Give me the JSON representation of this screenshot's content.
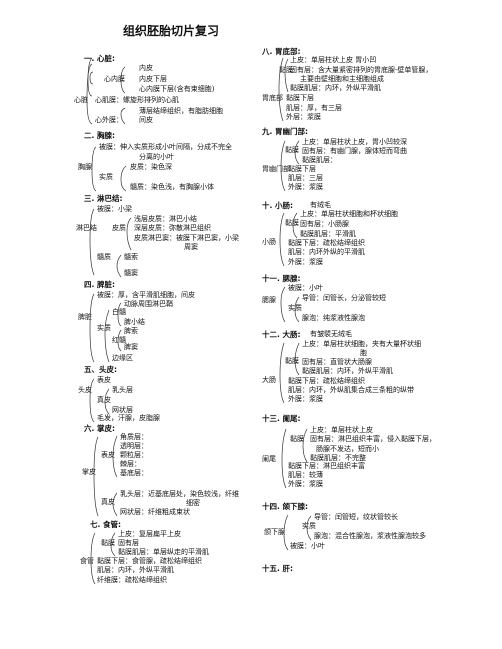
{
  "title": "组织胚胎切片复习",
  "items": [
    [
      "一. 心脏:",
      84,
      58,
      true
    ],
    [
      "内皮",
      139,
      68,
      false
    ],
    [
      "心内膜",
      104,
      79,
      false
    ],
    [
      "内皮下层",
      139,
      79,
      false
    ],
    [
      "心内膜下层(含有束细胞)",
      139,
      89,
      false
    ],
    [
      "心脏",
      74,
      100,
      false
    ],
    [
      "心肌膜：螺旋形排列的心肌",
      95,
      100,
      false
    ],
    [
      "薄层结缔组织，有脂肪细胞",
      139,
      111,
      false
    ],
    [
      "心外膜：",
      95,
      120,
      false
    ],
    [
      "间皮",
      139,
      120,
      false
    ],
    [
      "二. 胸腺:",
      84,
      135,
      true
    ],
    [
      "被膜：伸入实质形成小叶间隔，分成不完全",
      99,
      147,
      false
    ],
    [
      "分离的小叶",
      139,
      157,
      false
    ],
    [
      "胸腺",
      78,
      167,
      false
    ],
    [
      "皮质：染色深",
      130,
      167,
      false
    ],
    [
      "实质",
      99,
      177,
      false
    ],
    [
      "髓质：染色浅，有胸腺小体",
      130,
      187,
      false
    ],
    [
      "三. 淋巴结:",
      84,
      198,
      true
    ],
    [
      "被膜：小梁",
      97,
      209,
      false
    ],
    [
      "浅层皮质：淋巴小结",
      134,
      219,
      false
    ],
    [
      "淋巴结",
      76,
      228,
      false
    ],
    [
      "皮质",
      112,
      228,
      false
    ],
    [
      "深层皮质：弥散淋巴组织",
      134,
      228,
      false
    ],
    [
      "皮质淋巴窦：被膜下淋巴窦，小梁",
      134,
      238,
      false
    ],
    [
      "周窦",
      184,
      247,
      false
    ],
    [
      "髓质",
      97,
      257,
      false
    ],
    [
      "髓索",
      124,
      257,
      false
    ],
    [
      "髓窦",
      124,
      273,
      false
    ],
    [
      "四. 脾脏:",
      84,
      284,
      true
    ],
    [
      "被膜：厚，含平滑肌细胞，间皮",
      97,
      295,
      false
    ],
    [
      "动脉周围淋巴鞘",
      124,
      304,
      false
    ],
    [
      "脾脏",
      78,
      317,
      false
    ],
    [
      "白髓",
      112,
      312,
      false
    ],
    [
      "脾小结",
      124,
      322,
      false
    ],
    [
      "实质",
      97,
      328,
      false
    ],
    [
      "脾索",
      124,
      331,
      false
    ],
    [
      "红髓",
      112,
      340,
      false
    ],
    [
      "脾窦",
      124,
      347,
      false
    ],
    [
      "边缘区",
      112,
      358,
      false
    ],
    [
      "五、头皮:",
      84,
      369,
      true
    ],
    [
      "表皮",
      97,
      380,
      false
    ],
    [
      "头皮",
      78,
      390,
      false
    ],
    [
      "乳头层",
      112,
      390,
      false
    ],
    [
      "真皮",
      97,
      400,
      false
    ],
    [
      "网状层",
      112,
      410,
      false
    ],
    [
      "毛发，汗腺，皮脂腺",
      97,
      418,
      false
    ],
    [
      "六. 掌皮:",
      84,
      428,
      true
    ],
    [
      "角质层：",
      120,
      437,
      false
    ],
    [
      "透明层：",
      120,
      446,
      false
    ],
    [
      "颗粒层：",
      120,
      455,
      false
    ],
    [
      "表皮",
      101,
      455,
      false
    ],
    [
      "棘层：",
      120,
      464,
      false
    ],
    [
      "掌皮",
      82,
      472,
      false
    ],
    [
      "基底层：",
      120,
      473,
      false
    ],
    [
      "乳头层：近基底层处，染色较浅，纤维",
      120,
      494,
      false
    ],
    [
      "细密",
      186,
      503,
      false
    ],
    [
      "真皮",
      101,
      502,
      false
    ],
    [
      "网状层：纤维粗成束状",
      120,
      512,
      false
    ],
    [
      "七. 食管:",
      90,
      524,
      true
    ],
    [
      "上皮：复层扁平上皮",
      118,
      534,
      false
    ],
    [
      "黏膜",
      101,
      543,
      false
    ],
    [
      "固有层",
      118,
      543,
      false
    ],
    [
      "黏膜肌层：单层纵走的平滑肌",
      118,
      552,
      false
    ],
    [
      "食管",
      80,
      561,
      false
    ],
    [
      "黏膜下层：食管腺，疏松结缔组织",
      97,
      561,
      false
    ],
    [
      "肌层：内环，外纵平滑肌",
      97,
      570,
      false
    ],
    [
      "纤维膜：疏松结缔组织",
      97,
      580,
      false
    ],
    [
      "八. 胃底部:",
      262,
      51,
      true
    ],
    [
      "上皮：单层柱状上皮   胃小凹",
      290,
      60,
      false
    ],
    [
      "黏膜",
      279,
      70,
      false
    ],
    [
      "固有层：含大量紧密排列的胃底腺-壁单管腺，",
      290,
      70,
      false
    ],
    [
      "主要由壁细胞和主细胞组成",
      300,
      79,
      false
    ],
    [
      "黏膜肌层：内环，外纵平滑肌",
      290,
      88,
      false
    ],
    [
      "胃底部",
      262,
      98,
      false
    ],
    [
      "黏膜下层",
      286,
      98,
      false
    ],
    [
      "肌层：厚，有三层",
      286,
      108,
      false
    ],
    [
      "外层：浆膜",
      286,
      117,
      false
    ],
    [
      "九. 胃幽门部:",
      262,
      131,
      true
    ],
    [
      "上皮：单层柱状上皮，胃小凹较深",
      302,
      142,
      false
    ],
    [
      "黏膜",
      285,
      150,
      false
    ],
    [
      "固有层：有幽门腺，腺体短而弯曲",
      302,
      151,
      false
    ],
    [
      "黏膜肌层：",
      302,
      160,
      false
    ],
    [
      "胃幽门部",
      262,
      169,
      false
    ],
    [
      "黏膜下层",
      288,
      169,
      false
    ],
    [
      "肌层：三层",
      288,
      178,
      false
    ],
    [
      "外膜：浆膜",
      288,
      187,
      false
    ],
    [
      "十. 小肠:",
      262,
      205,
      true
    ],
    [
      "有绒毛",
      310,
      205,
      false
    ],
    [
      "上皮：单层柱状细胞和杯状细胞",
      300,
      214,
      false
    ],
    [
      "黏膜",
      285,
      223,
      false
    ],
    [
      "固有层：小肠腺",
      300,
      224,
      false
    ],
    [
      "小肠",
      262,
      242,
      false
    ],
    [
      "黏膜肌层：平滑肌",
      300,
      234,
      false
    ],
    [
      "黏膜下层：疏松结缔组织",
      288,
      243,
      false
    ],
    [
      "肌层：内环外纵的平滑肌",
      288,
      252,
      false
    ],
    [
      "外膜：浆膜",
      288,
      262,
      false
    ],
    [
      "十一. 腮腺:",
      262,
      278,
      true
    ],
    [
      "被膜：小叶",
      288,
      288,
      false
    ],
    [
      "导管：闰管长，分泌管较短",
      302,
      298,
      false
    ],
    [
      "腮腺",
      262,
      300,
      false
    ],
    [
      "实质",
      288,
      308,
      false
    ],
    [
      "腺泡：纯浆液性腺泡",
      302,
      318,
      false
    ],
    [
      "十二. 大肠:",
      262,
      334,
      true
    ],
    [
      "有皱襞无绒毛",
      310,
      334,
      false
    ],
    [
      "上皮：单层柱状细胞，夹有大量杯状细",
      302,
      344,
      false
    ],
    [
      "胞",
      360,
      353,
      false
    ],
    [
      "黏膜",
      285,
      361,
      false
    ],
    [
      "固有层：直管状大肠腺",
      302,
      362,
      false
    ],
    [
      "大肠",
      262,
      380,
      false
    ],
    [
      "黏膜肌层：内环，外纵平滑肌",
      302,
      371,
      false
    ],
    [
      "黏膜下层：疏松结缔组织",
      288,
      381,
      false
    ],
    [
      "肌层：内环，外纵肌集合成三条粗的纵带",
      288,
      390,
      false
    ],
    [
      "外膜：浆膜",
      288,
      399,
      false
    ],
    [
      "十三. 阑尾:",
      262,
      418,
      true
    ],
    [
      "上皮：单层柱状上皮",
      310,
      430,
      false
    ],
    [
      "黏膜",
      290,
      439,
      false
    ],
    [
      "固有层：淋巴组织丰富，侵入黏膜下层，",
      310,
      439,
      false
    ],
    [
      "肠腺不发达，短而小",
      316,
      449,
      false
    ],
    [
      "黏膜肌层：不完整",
      310,
      458,
      false
    ],
    [
      "阑尾",
      262,
      459,
      false
    ],
    [
      "黏膜下层：淋巴组织丰富",
      288,
      466,
      false
    ],
    [
      "肌层：较薄",
      288,
      475,
      false
    ],
    [
      "外膜：浆膜",
      288,
      484,
      false
    ],
    [
      "十四. 颌下腺:",
      262,
      506,
      true
    ],
    [
      "导管：闰管短，纹状管较长",
      314,
      517,
      false
    ],
    [
      "实质",
      302,
      526,
      false
    ],
    [
      "颌下腺",
      264,
      532,
      false
    ],
    [
      "腺泡：混合性腺泡，浆液性腺泡较多",
      314,
      536,
      false
    ],
    [
      "被膜：小叶",
      290,
      546,
      false
    ],
    [
      "十五. 肝:",
      262,
      568,
      true
    ]
  ]
}
